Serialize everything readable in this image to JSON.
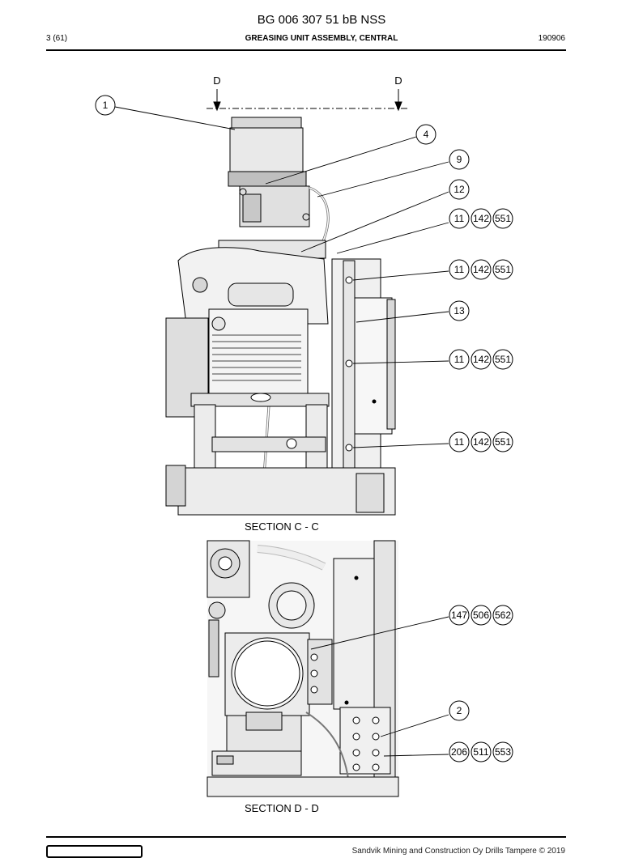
{
  "header": {
    "doc_number": "BG 006 307 51 bB NSS",
    "page": "3 (61)",
    "title": "GREASING UNIT ASSEMBLY, CENTRAL",
    "date": "190906"
  },
  "drawing": {
    "section_marker_left": "D",
    "section_marker_right": "D",
    "section_cc_label": "SECTION C - C",
    "section_dd_label": "SECTION D - D",
    "callouts": [
      {
        "id": "c1",
        "numbers": [
          "1"
        ]
      },
      {
        "id": "c4",
        "numbers": [
          "4"
        ]
      },
      {
        "id": "c9",
        "numbers": [
          "9"
        ]
      },
      {
        "id": "c12",
        "numbers": [
          "12"
        ]
      },
      {
        "id": "c11a",
        "numbers": [
          "11",
          "142",
          "551"
        ]
      },
      {
        "id": "c11b",
        "numbers": [
          "11",
          "142",
          "551"
        ]
      },
      {
        "id": "c13",
        "numbers": [
          "13"
        ]
      },
      {
        "id": "c11c",
        "numbers": [
          "11",
          "142",
          "551"
        ]
      },
      {
        "id": "c11d",
        "numbers": [
          "11",
          "142",
          "551"
        ]
      },
      {
        "id": "c147",
        "numbers": [
          "147",
          "506",
          "562"
        ]
      },
      {
        "id": "c2",
        "numbers": [
          "2"
        ]
      },
      {
        "id": "c206",
        "numbers": [
          "206",
          "511",
          "553"
        ]
      }
    ]
  },
  "footer": {
    "copyright": "Sandvik Mining and Construction Oy Drills Tampere © 2019"
  }
}
